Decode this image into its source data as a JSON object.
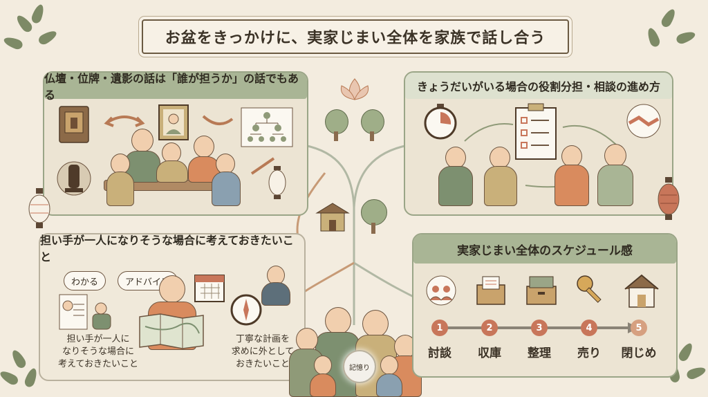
{
  "title": "お盆をきっかけに、実家じまい全体を家族で話し合う",
  "panels": {
    "top_left": {
      "heading": "仏壇・位牌・遺影の話は「誰が担うか」の話でもある"
    },
    "top_right": {
      "heading": "きょうだいがいる場合の役割分担・相談の進め方"
    },
    "bottom_left": {
      "heading": "担い手が一人になりそうな場合に考えておきたいこと",
      "bubble_wakaru": "わかる",
      "bubble_advice": "アドバイス",
      "note_left": "担い手が一人に\nなりそうな場合に\n考えておきたいこと",
      "note_right": "丁寧な計画を\n求めに外として\nおきたいこと"
    },
    "bottom_right": {
      "heading": "実家じまい全体のスケジュール感",
      "steps": [
        {
          "num": "1",
          "label": "討談"
        },
        {
          "num": "2",
          "label": "収庫"
        },
        {
          "num": "3",
          "label": "整理"
        },
        {
          "num": "4",
          "label": "売り"
        },
        {
          "num": "5",
          "label": "閉じめ"
        }
      ]
    }
  },
  "center": {
    "memory_label": "記憶り"
  },
  "colors": {
    "background": "#f3ecdf",
    "panel": "#ece4d3",
    "header": "#a9b595",
    "accent": "#c8765a",
    "text": "#3b3226"
  },
  "icons": [
    "altar-icon",
    "memorial-tablet-icon",
    "portrait-icon",
    "family-tree-icon",
    "lantern-icon",
    "stopwatch-icon",
    "checklist-icon",
    "handshake-icon",
    "calendar-icon",
    "compass-icon",
    "map-icon",
    "lotus-icon",
    "temple-icon",
    "tree-icon",
    "meeting-icon",
    "box-icon",
    "storage-icon",
    "key-icon",
    "house-icon"
  ]
}
